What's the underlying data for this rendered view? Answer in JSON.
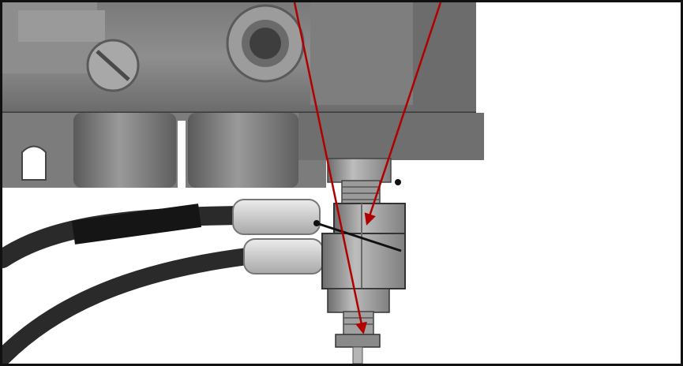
{
  "image": {
    "subject": "valve-body-with-thermocouple-fitting",
    "colors": {
      "frame": "#111111",
      "metal_dark": "#5e5e5e",
      "metal_mid": "#8a8a8a",
      "metal_light": "#b9b9b9",
      "wire": "#2a2a2a",
      "connector": "#d6d6d6",
      "arrow": "#b00000"
    },
    "annotations": [
      {
        "name": "arrow-to-hex-nut"
      },
      {
        "name": "arrow-to-probe-tip"
      }
    ]
  }
}
